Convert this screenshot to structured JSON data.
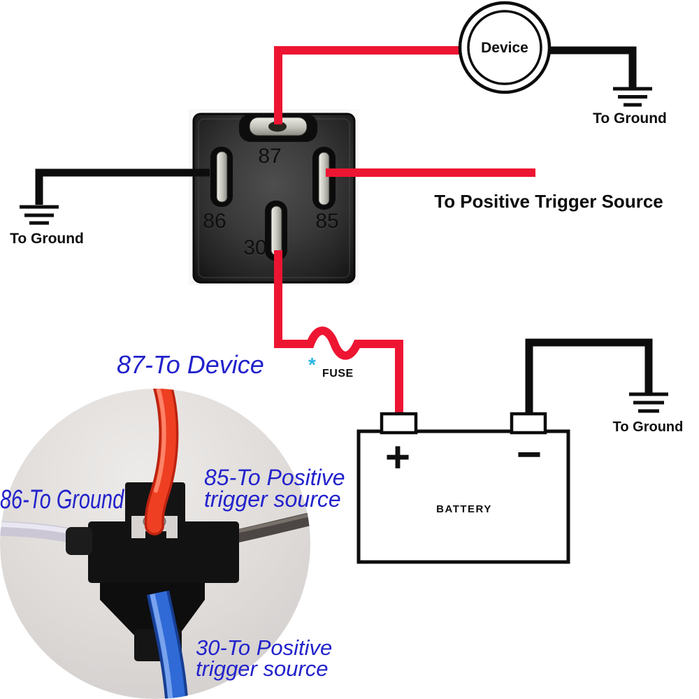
{
  "diagram": {
    "device_label": "Device",
    "to_ground_top_right": "To Ground",
    "to_ground_left": "To Ground",
    "to_ground_bottom_right": "To Ground",
    "trigger_source_label": "To Positive Trigger Source",
    "fuse": {
      "asterisk": "*",
      "label": "FUSE"
    },
    "battery": {
      "name": "BATTERY",
      "positive": "+",
      "negative": "−"
    },
    "relay": {
      "pin_87": "87",
      "pin_86": "86",
      "pin_85": "85",
      "pin_30": "30"
    }
  },
  "photo": {
    "labels": {
      "pin87": "87-To Device",
      "pin86": "86-To Ground",
      "pin85_line1": "85-To Positive",
      "pin85_line2": "trigger source",
      "pin30_line1": "30-To Positive",
      "pin30_line2": "trigger source"
    },
    "wire_colors": {
      "pin87_wire": "#EF3F22",
      "pin86_wire": "#CBC7D5",
      "pin85_wire": "#4C4644",
      "pin30_wire": "#2F6AD6"
    }
  },
  "colors": {
    "wire_red": "#ED1532",
    "wire_black": "#0D0D0D",
    "label_blue": "#2222CB",
    "fuse_asterisk_cyan": "#2BB7E5",
    "background": "#FFFFFF"
  }
}
